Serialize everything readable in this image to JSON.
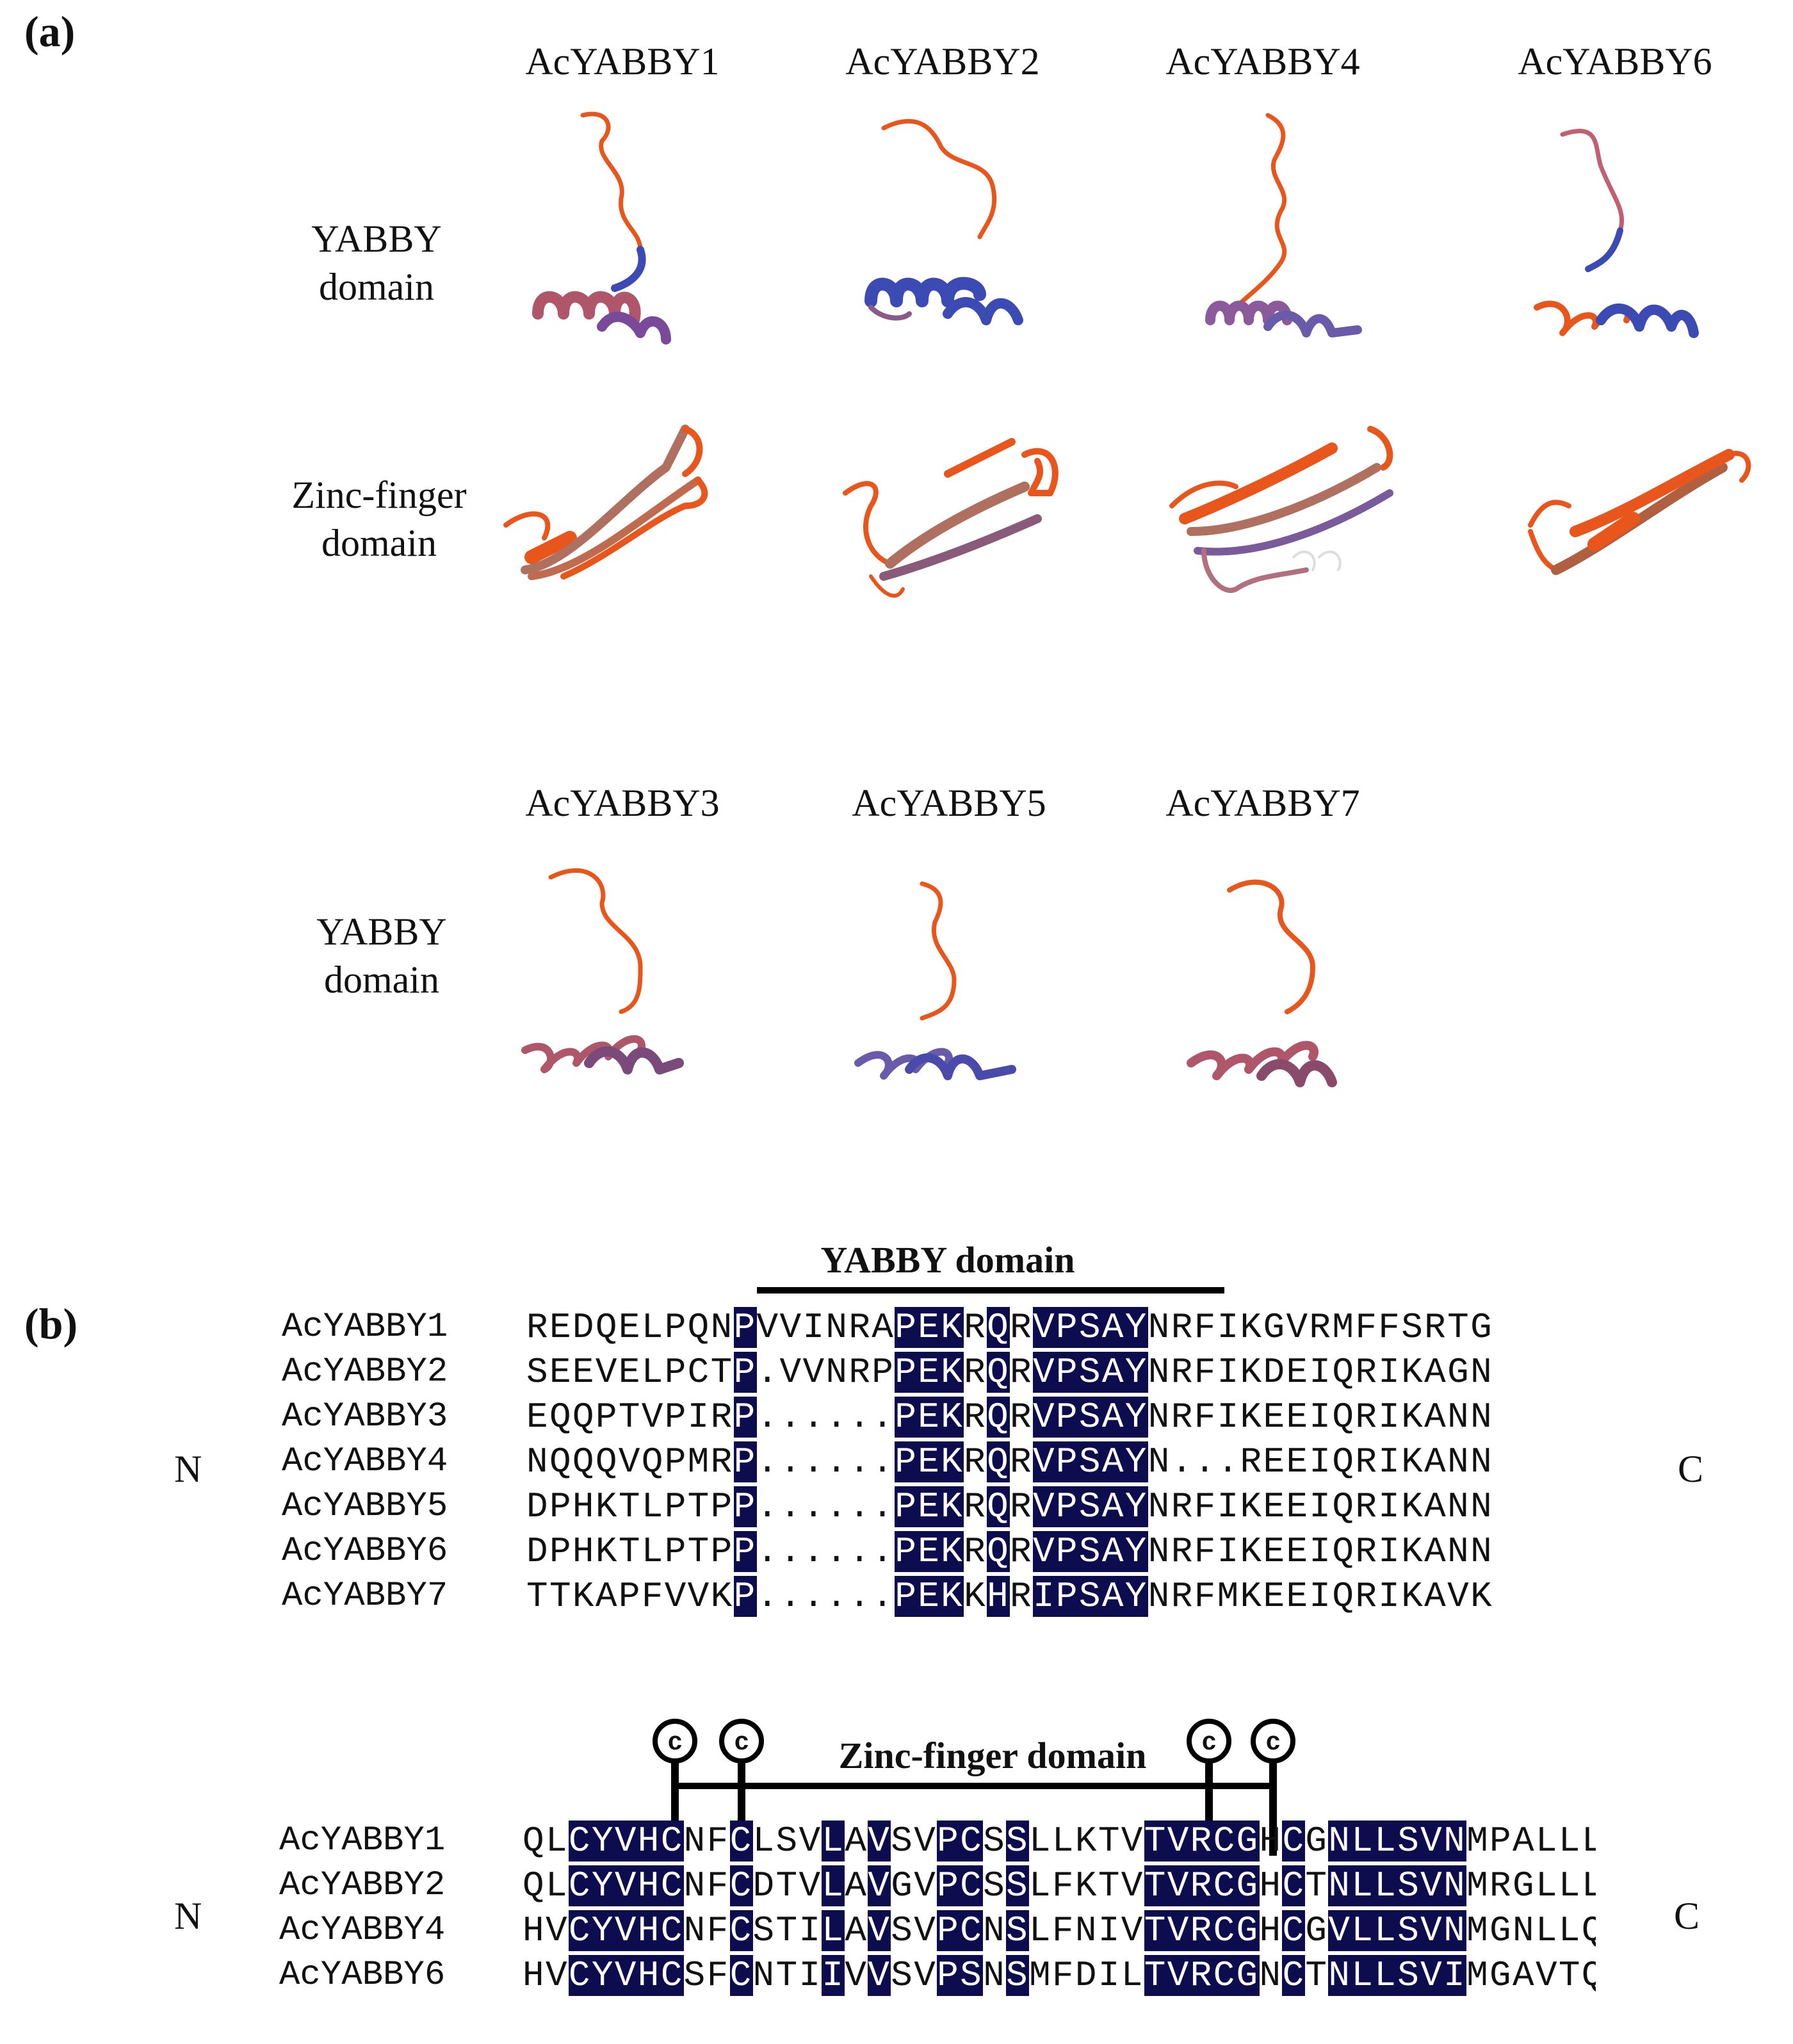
{
  "panel_a": {
    "label": "(a)",
    "row1_proteins": [
      "AcYABBY1",
      "AcYABBY2",
      "AcYABBY4",
      "AcYABBY6"
    ],
    "row2_proteins": [
      "AcYABBY3",
      "AcYABBY5",
      "AcYABBY7"
    ],
    "yabby_domain_label_1": "YABBY",
    "yabby_domain_label_2": "domain",
    "zinc_domain_label_1": "Zinc-finger",
    "zinc_domain_label_2": "domain",
    "colors": {
      "coil": "#e8561c",
      "helix": "#3c4bb4",
      "mixed": "#8a5a8a"
    }
  },
  "panel_b": {
    "label": "(b)",
    "n_terminus": "N",
    "c_terminus": "C",
    "yabby_domain_title": "YABBY domain",
    "zinc_domain_title": "Zinc-finger  domain",
    "cysteine_marker": "c",
    "yabby_alignment": [
      {
        "name": "AcYABBY1",
        "seq": "REDQELPQNPVVINRAPEKRQRVPSAYNRFIKGVRMFFSRTG"
      },
      {
        "name": "AcYABBY2",
        "seq": "SEEVELPCTP.VVNRPPEKRQRVPSAYNRFIKDEIQRIKAGN"
      },
      {
        "name": "AcYABBY3",
        "seq": "EQQPTVPIRP......PEKRQRVPSAYNRFIKEEIQRIKANN"
      },
      {
        "name": "AcYABBY4",
        "seq": "NQQQVQPMRP......PEKRQRVPSAYN...REEIQRIKANN"
      },
      {
        "name": "AcYABBY5",
        "seq": "DPHKTLPTPP......PEKRQRVPSAYNRFIKEEIQRIKANN"
      },
      {
        "name": "AcYABBY6",
        "seq": "DPHKTLPTPP......PEKRQRVPSAYNRFIKEEIQRIKANN"
      },
      {
        "name": "AcYABBY7",
        "seq": "TTKAPFVVKP......PEKKHRIPSAYNRFMKEEIQRIKAVK"
      }
    ],
    "zinc_alignment": [
      {
        "name": "AcYABBY1",
        "seq": "QLCYVHCNFCLSVLAVSVPCSSLLKTVTVRCGHCGNLLSVNMPALLL"
      },
      {
        "name": "AcYABBY2",
        "seq": "QLCYVHCNFCDTVLAVGVPCSSLFKTVTVRCGHCTNLLSVNMRGLLL"
      },
      {
        "name": "AcYABBY4",
        "seq": "HVCYVHCNFCSTILAVSVPCNSLFNIVTVRCGHCGVLLSVNMGNLLQ"
      },
      {
        "name": "AcYABBY6",
        "seq": "HVCYVHCSFCNTIIVVSVPSNSMFDILTVRCGNCTNLLSVIMGAVTQ"
      }
    ],
    "conserved_columns_yabby": [
      9,
      16,
      17,
      18,
      20,
      22,
      23,
      24,
      25,
      26
    ],
    "conserved_columns_zinc": [
      2,
      3,
      4,
      5,
      6,
      9,
      13,
      15,
      18,
      19,
      21,
      27,
      28,
      29,
      30,
      31,
      33,
      35,
      36,
      37,
      38,
      39,
      40
    ]
  }
}
